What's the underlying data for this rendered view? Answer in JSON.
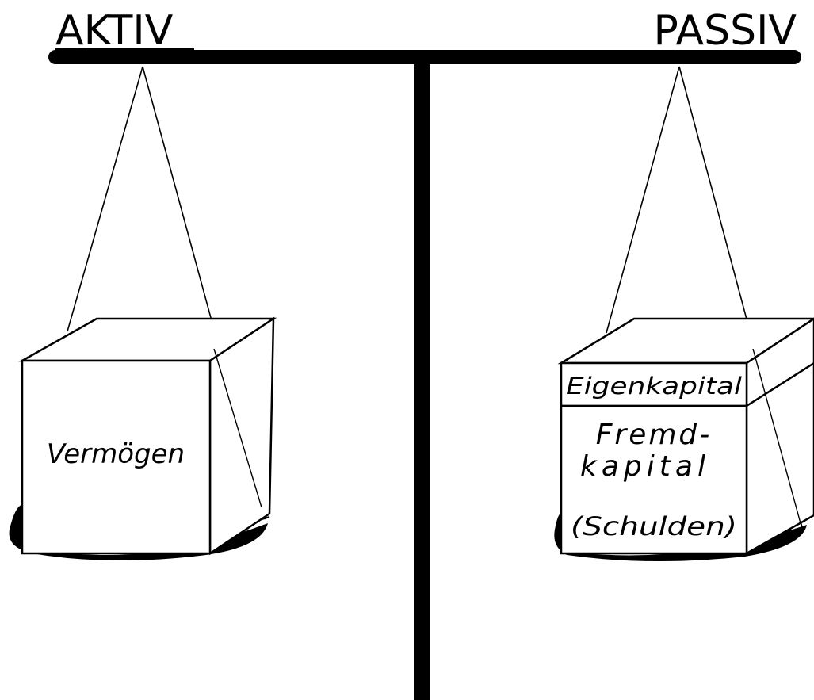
{
  "header": {
    "left_label": "AKTIV",
    "right_label": "PASSIV"
  },
  "left_pan": {
    "box_label": "Vermögen"
  },
  "right_pan": {
    "top_section_label": "Eigenkapital",
    "bottom_section_line1": "Fremd-",
    "bottom_section_line2": "kapital",
    "bottom_section_note": "(Schulden)"
  },
  "colors": {
    "ink": "#000000",
    "paper": "#ffffff"
  }
}
